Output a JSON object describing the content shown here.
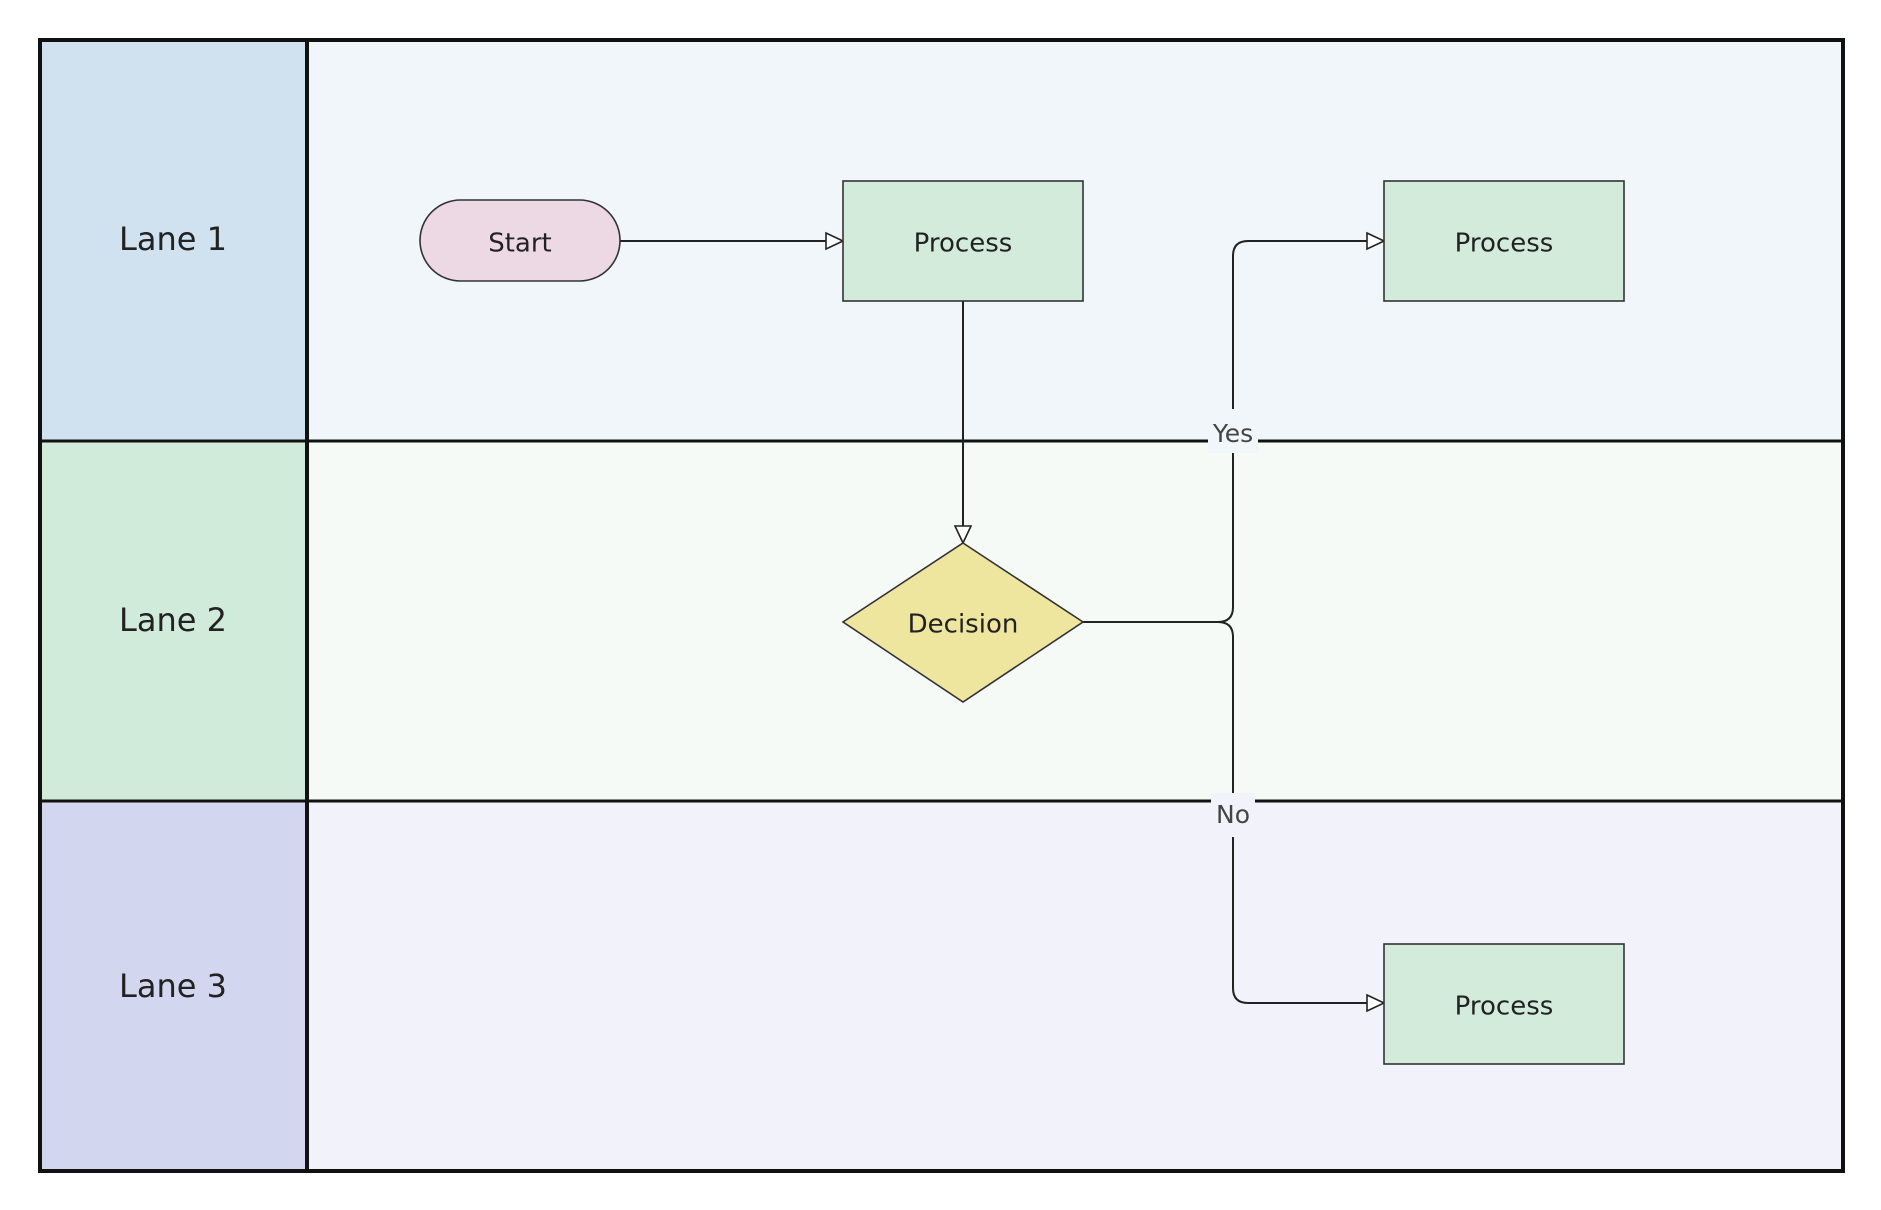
{
  "lanes": [
    {
      "label": "Lane 1",
      "header_color": "#d0e2ef",
      "body_color": "#f0f6fa"
    },
    {
      "label": "Lane 2",
      "header_color": "#d1ebdb",
      "body_color": "#f5faf7"
    },
    {
      "label": "Lane 3",
      "header_color": "#d3d6ef",
      "body_color": "#f1f2fa"
    }
  ],
  "nodes": {
    "start": {
      "label": "Start",
      "shape": "terminator",
      "color": "#ecd9e4"
    },
    "process_a": {
      "label": "Process",
      "shape": "rectangle",
      "color": "#d3ebdb"
    },
    "decision": {
      "label": "Decision",
      "shape": "diamond",
      "color": "#eee59e"
    },
    "process_yes": {
      "label": "Process",
      "shape": "rectangle",
      "color": "#d3ebdb"
    },
    "process_no": {
      "label": "Process",
      "shape": "rectangle",
      "color": "#d3ebdb"
    }
  },
  "edges": [
    {
      "from": "start",
      "to": "process_a",
      "label": ""
    },
    {
      "from": "process_a",
      "to": "decision",
      "label": ""
    },
    {
      "from": "decision",
      "to": "process_yes",
      "label": "Yes"
    },
    {
      "from": "decision",
      "to": "process_no",
      "label": "No"
    }
  ],
  "colors": {
    "border": "#111111",
    "edge": "#222222",
    "node_stroke": "#333333"
  }
}
